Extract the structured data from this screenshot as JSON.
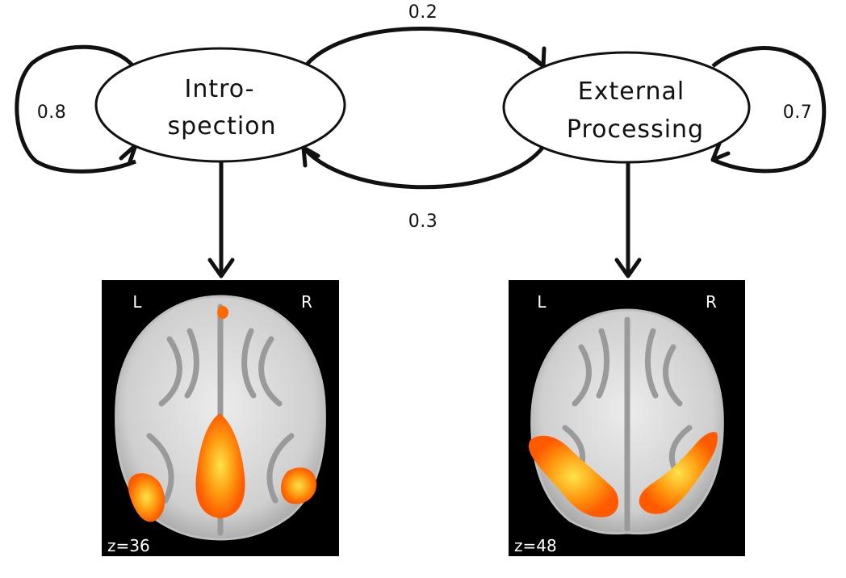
{
  "states": {
    "introspection": {
      "label_line1": "Intro-",
      "label_line2": "spection",
      "self_loop_prob": "0.8"
    },
    "external": {
      "label_line1": "External",
      "label_line2": "Processing",
      "self_loop_prob": "0.7"
    }
  },
  "transitions": {
    "intro_to_external": "0.2",
    "external_to_intro": "0.3"
  },
  "brain_maps": {
    "introspection": {
      "left_label": "L",
      "right_label": "R",
      "slice": "z=36"
    },
    "external": {
      "left_label": "L",
      "right_label": "R",
      "slice": "z=48"
    }
  },
  "colors": {
    "line": "#111111",
    "node_fill": "#ffffff",
    "panel_background": "#000000",
    "brain_tissue": "#d9d9d9",
    "activation_core": "#ffd21a",
    "activation_edge": "#ff6a00"
  }
}
